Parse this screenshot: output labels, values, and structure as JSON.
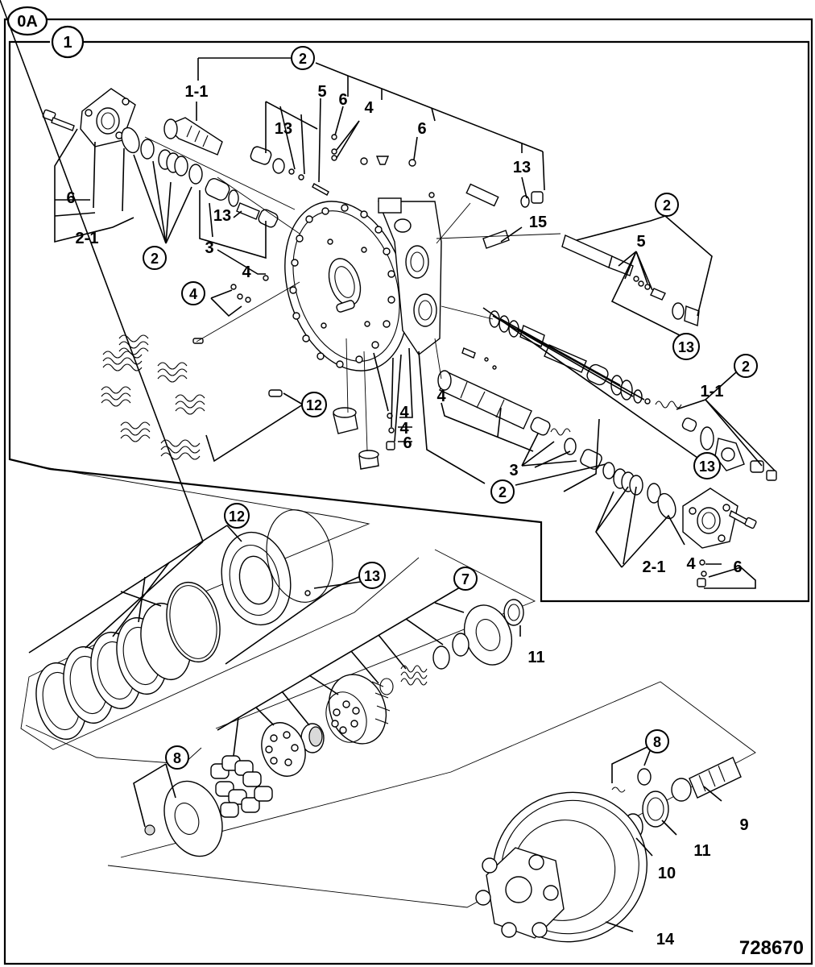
{
  "frame_labels": {
    "outer": "0A",
    "inner": "1"
  },
  "reference_number": "728670",
  "callouts": {
    "c_2_top": "2",
    "c_1_1_top": "1-1",
    "c_5_top": "5",
    "c_6_top_a": "6",
    "c_4_top": "4",
    "c_6_top_b": "6",
    "c_13_top": "13",
    "c_13_top_r": "13",
    "c_6_left": "6",
    "c_13_left": "13",
    "c_2_1_left": "2-1",
    "c_3_left": "3",
    "c_2_left": "2",
    "c_4_left_a": "4",
    "c_4_left_b": "4",
    "c_15": "15",
    "c_2_right": "2",
    "c_5_right": "5",
    "c_13_right": "13",
    "c_2_right_b": "2",
    "c_1_1_right": "1-1",
    "c_4_mid": "4",
    "c_4_mid_a": "4",
    "c_4_mid_b": "4",
    "c_6_mid": "6",
    "c_12_mid": "12",
    "c_13_right_b": "13",
    "c_3_right": "3",
    "c_2_right_c": "2",
    "c_2_1_right": "2-1",
    "c_4_right": "4",
    "c_6_right": "6",
    "c_12_low": "12",
    "c_13_low": "13",
    "c_7": "7",
    "c_11_a": "11",
    "c_8_a": "8",
    "c_8_b": "8",
    "c_9": "9",
    "c_11_b": "11",
    "c_10": "10",
    "c_14": "14"
  }
}
